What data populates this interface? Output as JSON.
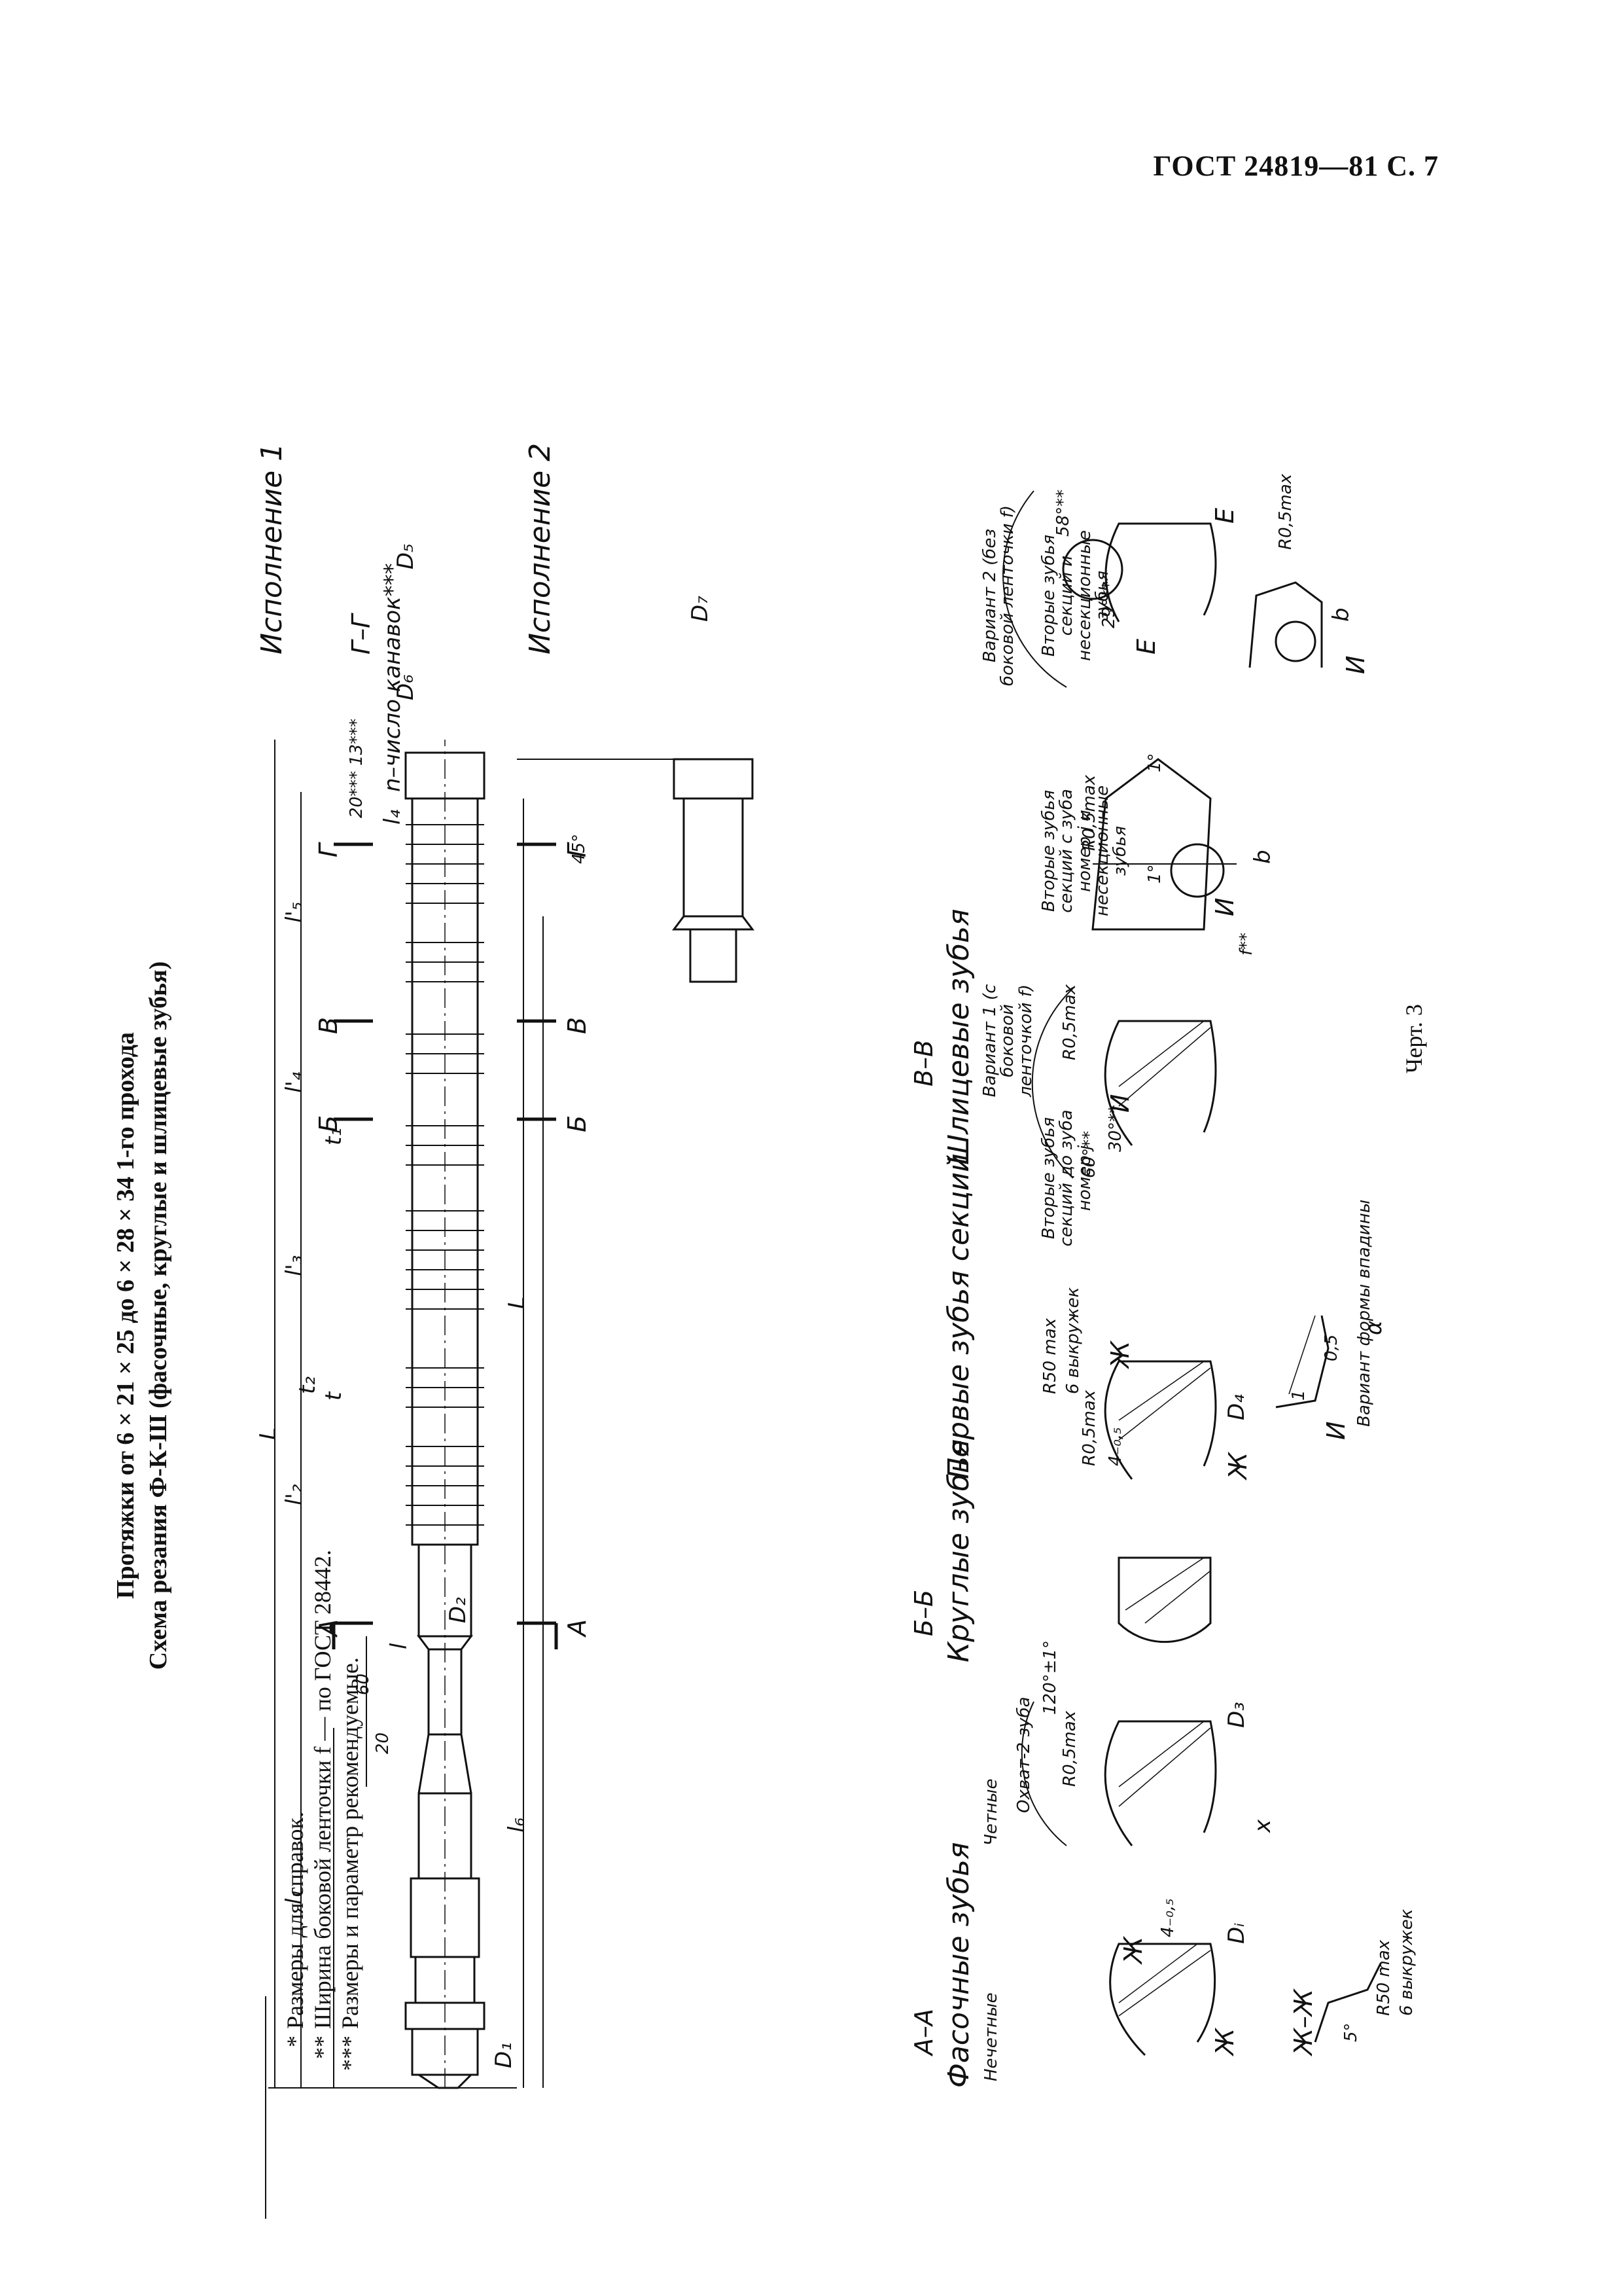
{
  "header": "ГОСТ 24819—81 С. 7",
  "title_line1": "Протяжки от 6 × 21 × 25 до 6 × 28 × 34 1-го прохода",
  "title_line2": "Схема резания Ф-К-Ш (фасочные, круглые и шлицевые зубья)",
  "labels": {
    "ispolnenie1": "Исполнение 1",
    "ispolnenie2": "Исполнение 2",
    "n_channels": "n–число канавок***",
    "section_AA": "А–А",
    "section_BB": "Б–Б",
    "section_VV": "В–В",
    "section_GG": "Г–Г",
    "section_ZhZh": "Ж–Ж",
    "fasochnye": "Фасочные зубья",
    "nechetnye": "Нечетные",
    "chetnye": "Четные",
    "kruglye": "Круглые зубья",
    "pervye": "Первые зубья секций",
    "shlitsevye": "Шлицевые зубья",
    "variant1": "Вариант 1 (с боковой ленточкой f)",
    "variant2": "Вариант 2 (без боковой ленточки f)",
    "vtorye_do": "Вторые зубья секций до зуба номер j",
    "vtorye_s": "Вторые зубья секций с зуба номер j и несекционные зубья",
    "vtorye_i": "Вторые зубья секций и несекционные зубья",
    "variant_formy": "Вариант формы впадины",
    "okhvat": "Охват-2 зуба",
    "r50": "R50 max",
    "vykruzhek": "6 выкружек",
    "r05": "R0,5max",
    "dim_4": "4₋₀,₅",
    "ang_120": "120°±1°",
    "ang_60": "60°**",
    "ang_30": "30°**",
    "ang_58": "58°**",
    "ang_29": "29°**",
    "ang_45": "45°",
    "ang_1": "1°",
    "ang_5": "5°",
    "dim_20": "20",
    "dim_60": "60",
    "dim_20s": "20***",
    "dim_13s": "13***",
    "dim_05": "0,5",
    "dim_1": "1",
    "sym_L": "L",
    "sym_l": "l",
    "sym_l1": "l₁",
    "sym_l2": "l'₂",
    "sym_l3": "l'₃",
    "sym_l4": "l'₄",
    "sym_l5": "l'₅",
    "sym_l6": "l₆",
    "sym_l4s": "l₄",
    "sym_t": "t",
    "sym_t1": "t₁",
    "sym_t2": "t₂",
    "sym_D1": "D₁",
    "sym_D2": "D₂",
    "sym_D3": "D₃",
    "sym_D4": "D₄",
    "sym_D5": "D₅",
    "sym_D6": "D₆",
    "sym_D7": "D₇",
    "sym_Di": "Dᵢ",
    "sym_b": "b",
    "sym_f": "f**",
    "sym_x": "x",
    "sym_a": "α",
    "sym_A": "А",
    "sym_B": "Б",
    "sym_V": "В",
    "sym_G": "Г",
    "sym_E": "Е",
    "sym_I": "И",
    "sym_Zh": "Ж"
  },
  "caption": "Черт. 3",
  "footnotes": [
    {
      "mark": "*",
      "text": "Размеры для справок."
    },
    {
      "mark": "**",
      "text": "Ширина боковой ленточки f — по ГОСТ 28442."
    },
    {
      "mark": "***",
      "text": "Размеры и параметр рекомендуемые."
    }
  ]
}
